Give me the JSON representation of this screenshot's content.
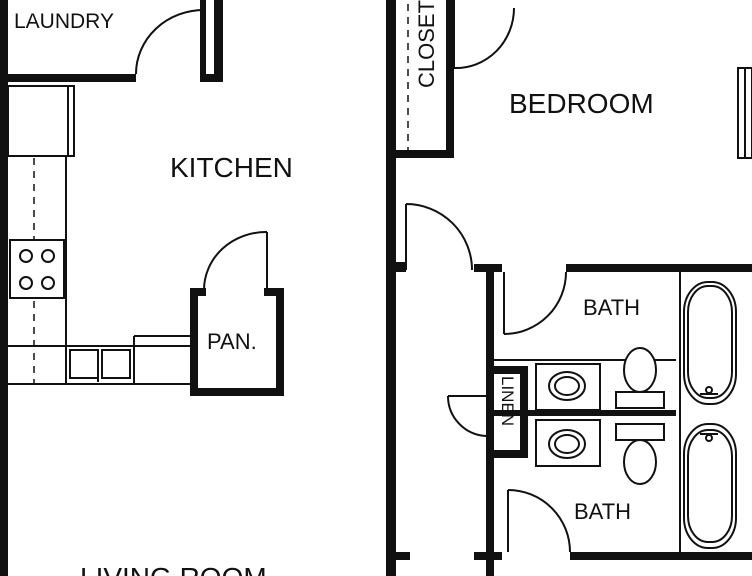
{
  "rooms": {
    "laundry": "LAUNDRY",
    "kitchen": "KITCHEN",
    "pantry": "PAN.",
    "living_room": "LIVING ROOM",
    "closet": "CLOSET",
    "bedroom": "BEDROOM",
    "bath_upper": "BATH",
    "bath_lower": "BATH",
    "linen": "LINEN"
  },
  "colors": {
    "wall": "#111111",
    "background": "#ffffff"
  }
}
